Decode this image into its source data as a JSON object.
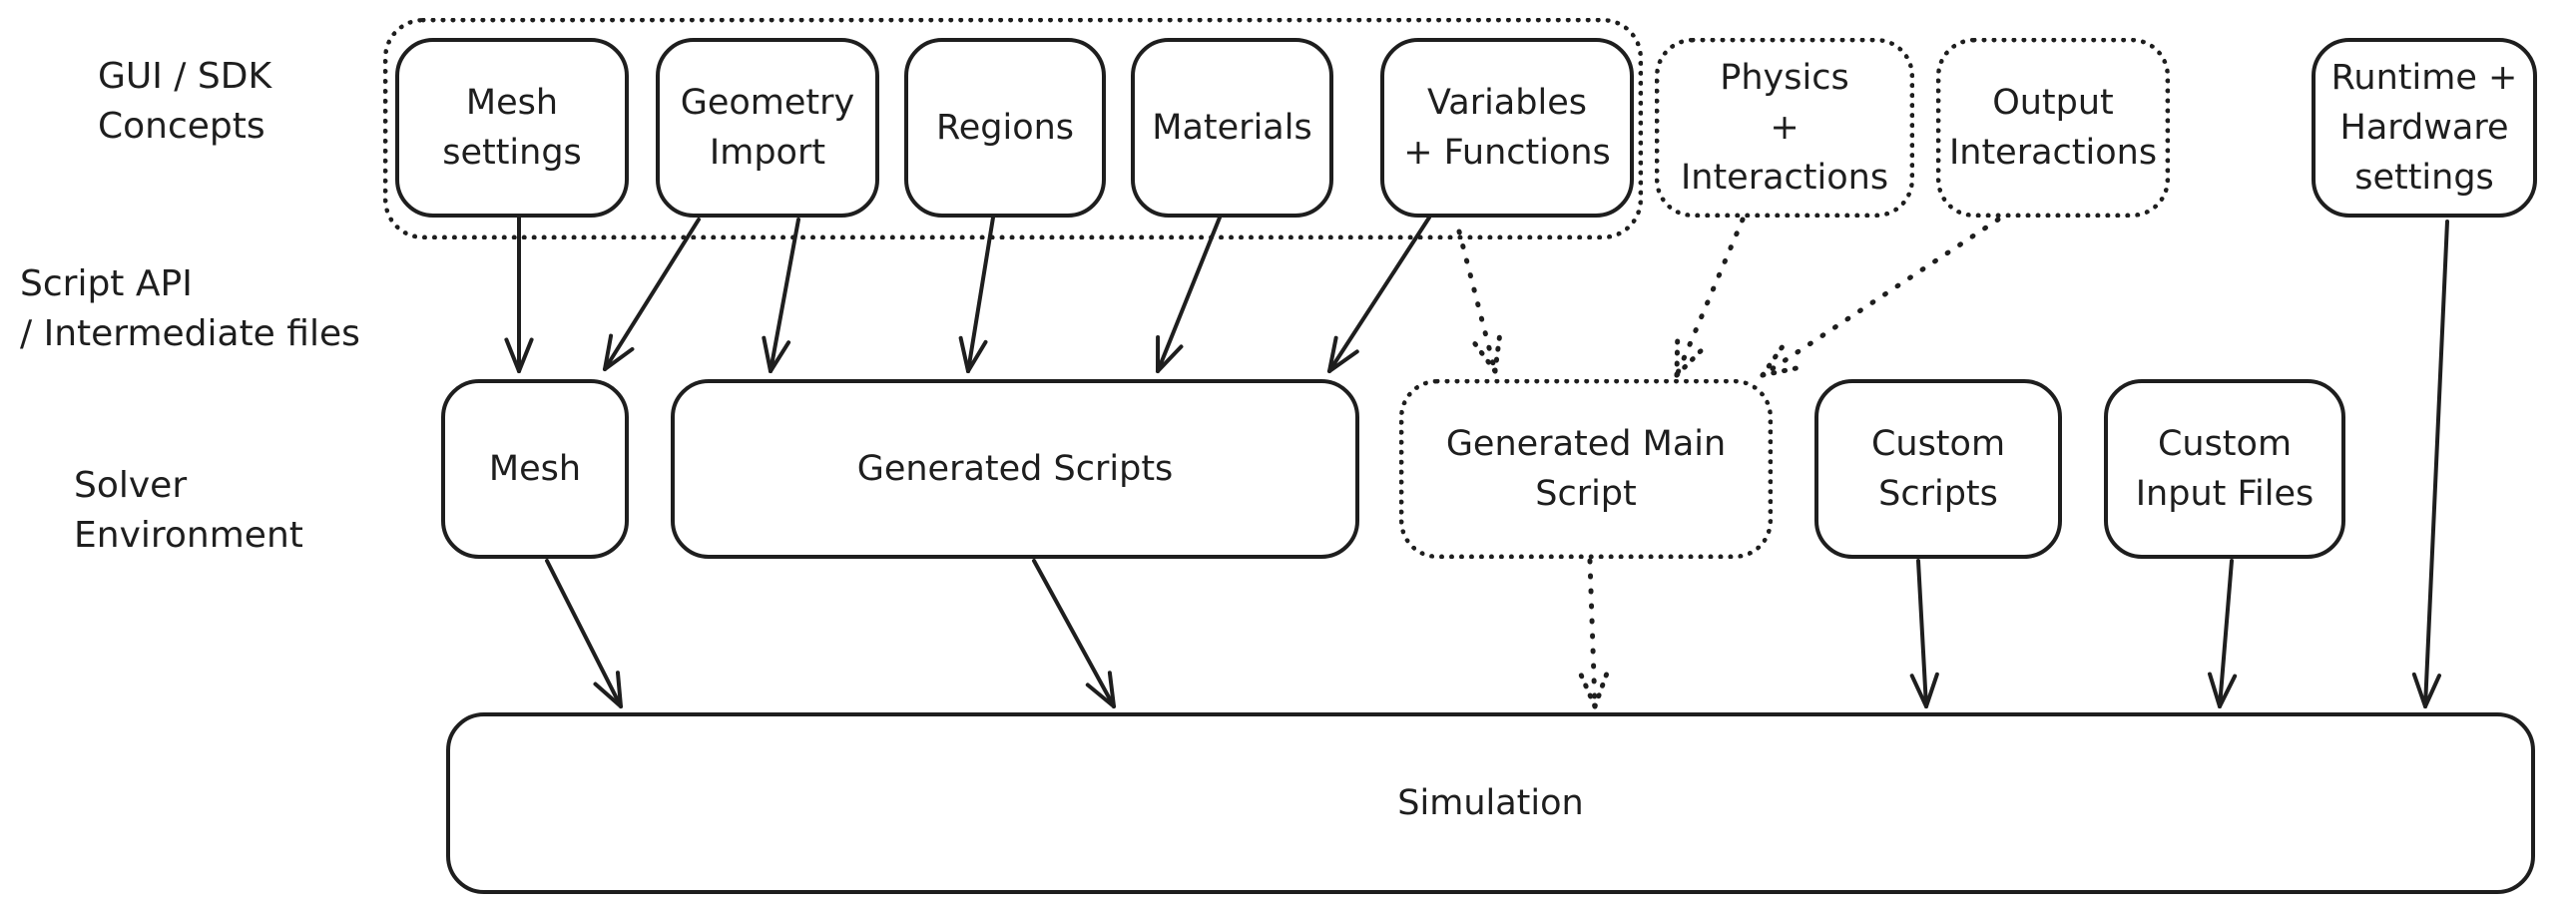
{
  "rows": {
    "gui_sdk": "GUI / SDK\nConcepts",
    "script_api": "Script API\n/ Intermediate files",
    "solver": "Solver\nEnvironment"
  },
  "concepts": {
    "mesh_settings": [
      "Mesh",
      "settings"
    ],
    "geometry_import": [
      "Geometry",
      "Import"
    ],
    "regions": [
      "Regions"
    ],
    "materials": [
      "Materials"
    ],
    "variables_functions": [
      "Variables",
      "+ Functions"
    ],
    "physics_interactions": [
      "Physics",
      "+",
      "Interactions"
    ],
    "output_interactions": [
      "Output",
      "Interactions"
    ],
    "runtime_hardware": [
      "Runtime +",
      "Hardware",
      "settings"
    ]
  },
  "intermediate": {
    "mesh": [
      "Mesh"
    ],
    "generated_scripts": [
      "Generated Scripts"
    ],
    "generated_main_script": [
      "Generated Main",
      "Script"
    ],
    "custom_scripts": [
      "Custom",
      "Scripts"
    ],
    "custom_input_files": [
      "Custom",
      "Input Files"
    ]
  },
  "solver": {
    "simulation": [
      "Simulation"
    ]
  },
  "edges": [
    {
      "from": "mesh_settings",
      "to": "mesh",
      "style": "solid"
    },
    {
      "from": "geometry_import",
      "to": "mesh",
      "style": "solid"
    },
    {
      "from": "geometry_import",
      "to": "generated_scripts",
      "style": "solid"
    },
    {
      "from": "regions",
      "to": "generated_scripts",
      "style": "solid"
    },
    {
      "from": "materials",
      "to": "generated_scripts",
      "style": "solid"
    },
    {
      "from": "variables_functions",
      "to": "generated_scripts",
      "style": "solid"
    },
    {
      "from": "concept_group",
      "to": "generated_main_script",
      "style": "dotted"
    },
    {
      "from": "physics_interactions",
      "to": "generated_main_script",
      "style": "dotted"
    },
    {
      "from": "output_interactions",
      "to": "generated_main_script",
      "style": "dotted"
    },
    {
      "from": "mesh",
      "to": "simulation",
      "style": "solid"
    },
    {
      "from": "generated_scripts",
      "to": "simulation",
      "style": "solid"
    },
    {
      "from": "generated_main_script",
      "to": "simulation",
      "style": "dotted"
    },
    {
      "from": "custom_scripts",
      "to": "simulation",
      "style": "solid"
    },
    {
      "from": "custom_input_files",
      "to": "simulation",
      "style": "solid"
    },
    {
      "from": "runtime_hardware",
      "to": "simulation",
      "style": "solid"
    }
  ]
}
